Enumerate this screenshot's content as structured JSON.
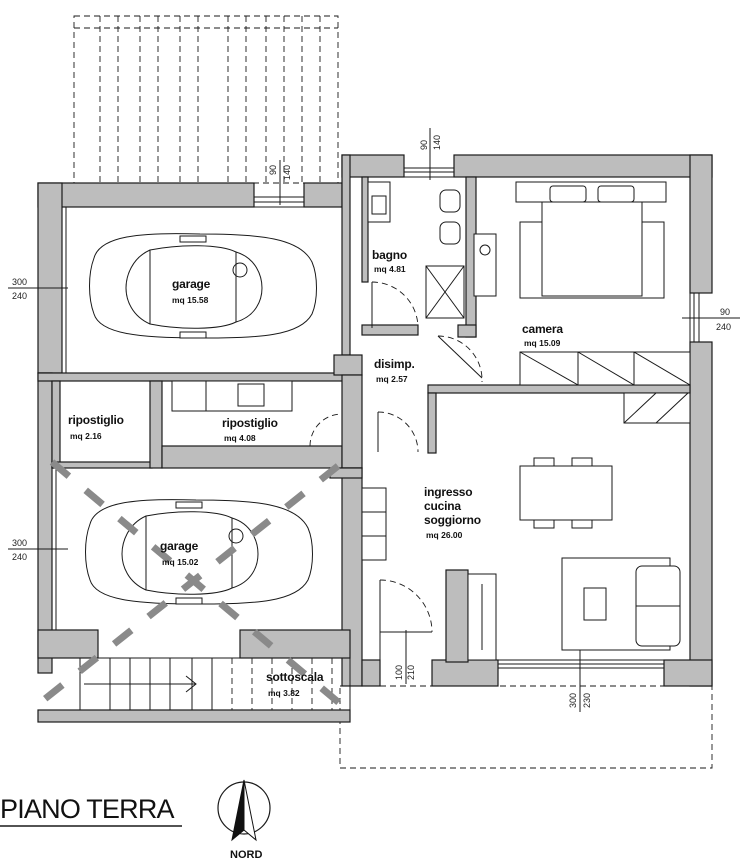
{
  "plan_title": "PIANO TERRA",
  "north_label": "NORD",
  "rooms": [
    {
      "id": "garage-top",
      "name": "garage",
      "area": "mq 15.58"
    },
    {
      "id": "bagno",
      "name": "bagno",
      "area": "mq 4.81"
    },
    {
      "id": "camera",
      "name": "camera",
      "area": "mq 15.09"
    },
    {
      "id": "disimpegno",
      "name": "disimp.",
      "area": "mq 2.57"
    },
    {
      "id": "ripostiglio-small",
      "name": "ripostiglio",
      "area": "mq 2.16"
    },
    {
      "id": "ripostiglio-large",
      "name": "ripostiglio",
      "area": "mq 4.08"
    },
    {
      "id": "soggiorno",
      "name_lines": [
        "ingresso",
        "cucina",
        "soggiorno"
      ],
      "area": "mq 26.00"
    },
    {
      "id": "garage-bottom",
      "name": "garage",
      "area": "mq 15.02"
    },
    {
      "id": "sottoscala",
      "name": "sottoscala",
      "area": "mq 3.82"
    }
  ],
  "dimensions": {
    "garage_top_window": [
      "300",
      "240"
    ],
    "garage_bottom_window": [
      "300",
      "240"
    ],
    "camera_window": [
      "90",
      "240"
    ],
    "bagno_window": [
      "90",
      "140"
    ],
    "garage_top_vent": [
      "90",
      "140"
    ],
    "entrance_door": [
      "100",
      "210"
    ],
    "soggiorno_window": [
      "300",
      "230"
    ]
  }
}
